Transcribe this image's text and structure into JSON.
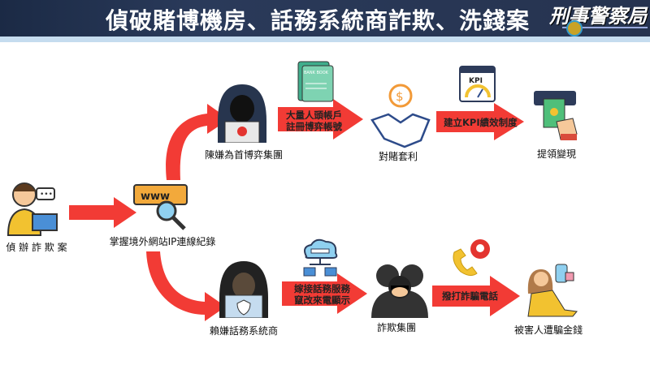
{
  "header": {
    "title": "偵破賭博機房、話務系統商詐欺、洗錢案",
    "logo_text": "刑事警察局"
  },
  "nodes": {
    "start": "偵 辦 詐 欺 案",
    "ip": "掌握境外網站IP連線紀錄",
    "gambling_group": "陳嫌為首博弈集團",
    "arbitrage": "對賭套利",
    "cashout": "提領變現",
    "telecom": "賴嫌話務系統商",
    "fraud_group": "詐欺集團",
    "victim": "被害人遭騙金錢"
  },
  "arrows": {
    "accounts": [
      "大量人頭帳戶",
      "註冊博弈帳號"
    ],
    "kpi": "建立KPI績效制度",
    "telecom_service": [
      "嫁接話務服務",
      "竄改來電顯示"
    ],
    "call": "撥打詐騙電話"
  },
  "icons": {
    "bankbook_text": "BANK BOOK",
    "kpi_text": "KPI",
    "www_text": "www"
  },
  "colors": {
    "arrow": "#f23b35",
    "header": "#1f2d4a"
  }
}
